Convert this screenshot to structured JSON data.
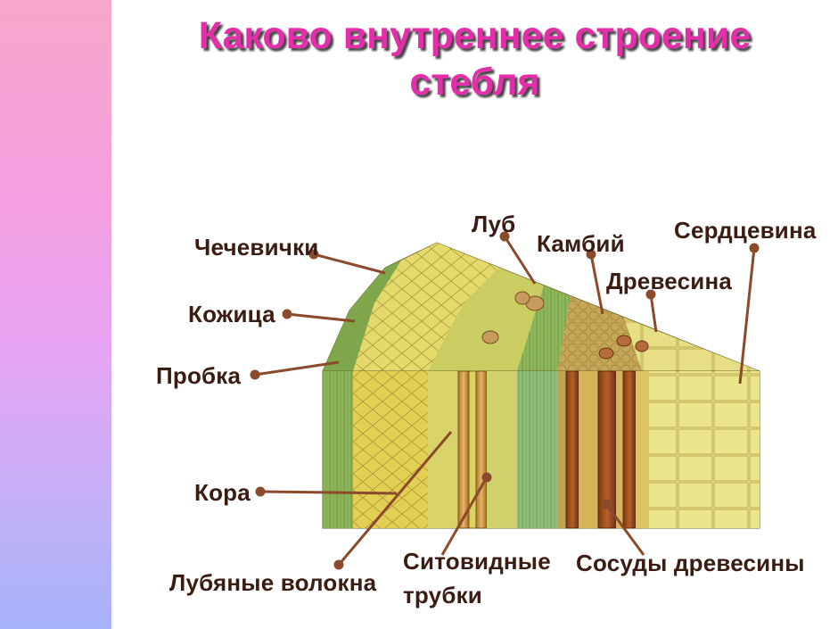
{
  "title": {
    "line1": "Каково внутреннее строение",
    "line2": "стебля"
  },
  "labels": {
    "chechevichki": "Чечевички",
    "kozhitsa": "Кожица",
    "probka": "Пробка",
    "kora": "Кора",
    "lubyanye_volokna": "Лубяные волокна",
    "ситовидные_line1": "Ситовидные",
    "ситовидные_line2": "трубки",
    "lub": "Луб",
    "kambiy": "Камбий",
    "drevesina": "Древесина",
    "serdtsevina": "Сердцевина",
    "sosudy": "Сосуды древесины"
  },
  "colors": {
    "title": "#e22ea8",
    "label_text": "#3a1c12",
    "leader_line": "#8b4a2b"
  }
}
